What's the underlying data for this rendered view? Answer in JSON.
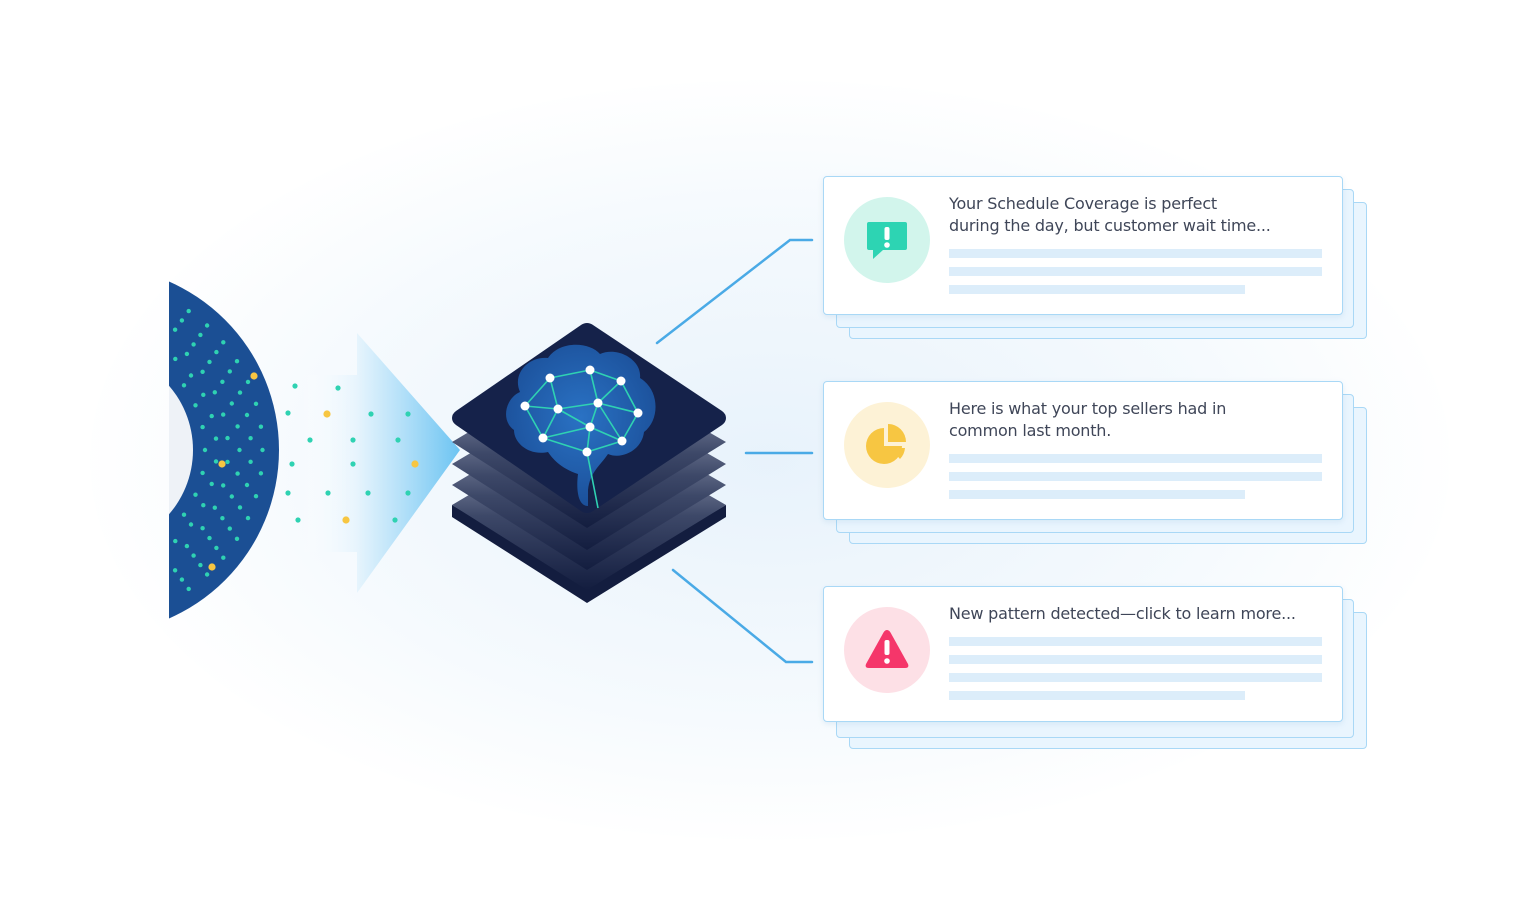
{
  "cards": [
    {
      "lines": [
        "Your Schedule Coverage is perfect",
        "during the day, but customer wait time..."
      ],
      "icon": "chat-alert-icon",
      "icon_bg": "#d2f5ec",
      "icon_color": "#2dd4b3"
    },
    {
      "lines": [
        "Here is what your top sellers had in",
        "common last month."
      ],
      "icon": "pie-chart-icon",
      "icon_bg": "#fdf2d6",
      "icon_color": "#f7c642"
    },
    {
      "lines": [
        "New pattern detected—click to learn more..."
      ],
      "icon": "warning-icon",
      "icon_bg": "#fde0e6",
      "icon_color": "#f5366a"
    }
  ],
  "colors": {
    "connector": "#4aaae6",
    "dot_teal": "#2fd2b2",
    "dot_yellow": "#f7c642",
    "navy": "#15224a",
    "brain": "#1f5fae"
  }
}
